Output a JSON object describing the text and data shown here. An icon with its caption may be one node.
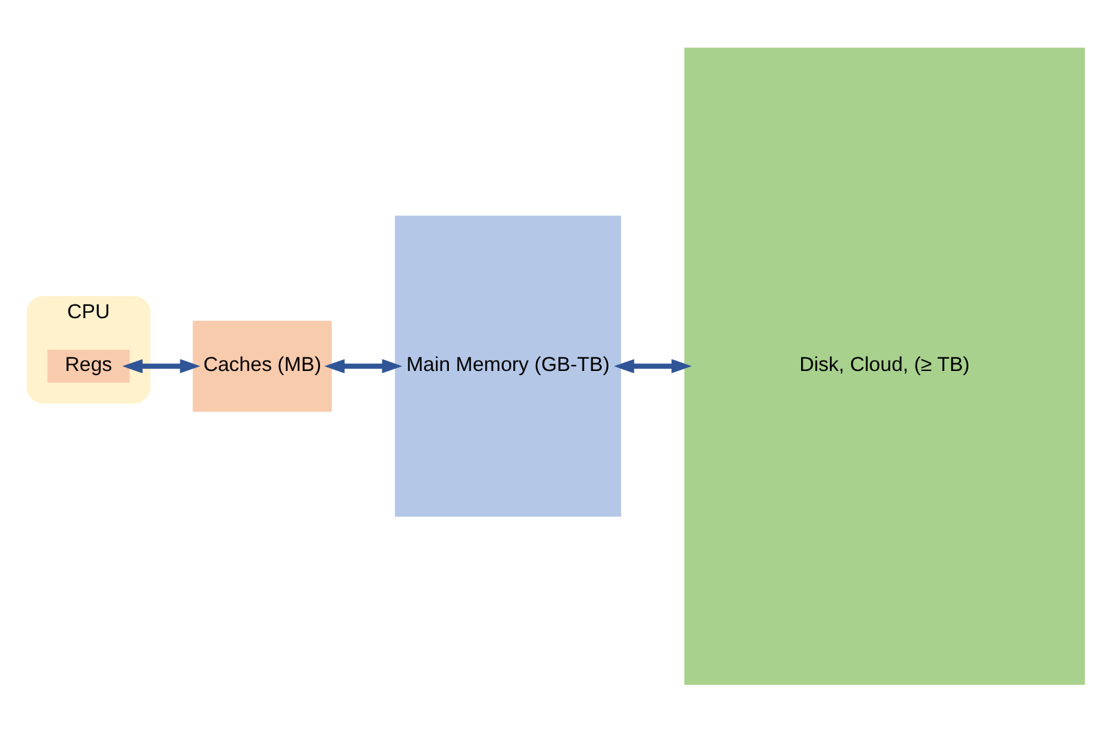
{
  "diagram": {
    "nodes": [
      {
        "text": [
          "CPU"
        ]
      },
      {
        "text": [
          "Regs"
        ],
        "in": 0
      },
      {
        "text": [
          "Caches (MB)"
        ]
      },
      {
        "text": [
          "Main Memory (GB-TB)"
        ]
      },
      {
        "text": [
          "Disk, Cloud, (≥ TB)"
        ]
      }
    ],
    "edges": [
      {
        "from": 1,
        "to": 2,
        "arrow": "both"
      },
      {
        "from": 2,
        "to": 3,
        "arrow": "both"
      },
      {
        "from": 3,
        "to": 4,
        "arrow": "both"
      }
    ]
  }
}
